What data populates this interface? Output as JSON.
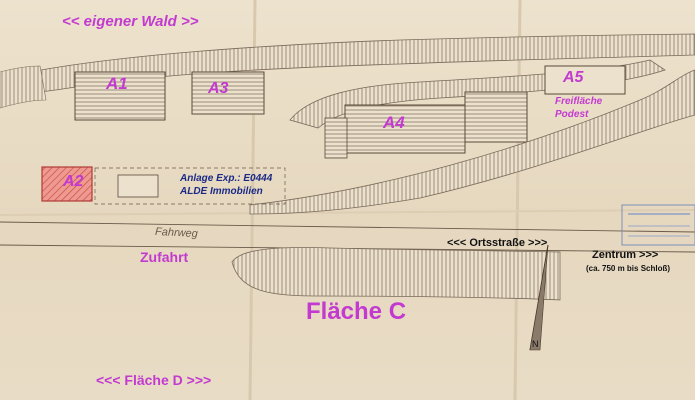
{
  "labels": {
    "eigener_wald": "<< eigener Wald >>",
    "a1": "A1",
    "a2": "A2",
    "a3": "A3",
    "a4": "A4",
    "a5": "A5",
    "freiflaeche": "Freifläche",
    "podest": "Podest",
    "anlage": "Anlage Exp.: E0444",
    "alde": "ALDE Immobilien",
    "zufahrt": "Zufahrt",
    "ortsstrasse": "<<< Ortsstraße >>>",
    "zentrum": "Zentrum >>>",
    "zentrum_distance": "(ca. 750 m bis Schloß)",
    "flaeche_c": "Fläche C",
    "flaeche_d": "<<< Fläche D >>>",
    "fahrweg": "Fahrweg",
    "north": "N"
  },
  "colors": {
    "label_magenta": "#c23ad0",
    "label_navy": "#1b2a86",
    "paper": "#e9dcc6",
    "ink": "#6a5a4a",
    "a2_fill": "#e77d7a"
  }
}
